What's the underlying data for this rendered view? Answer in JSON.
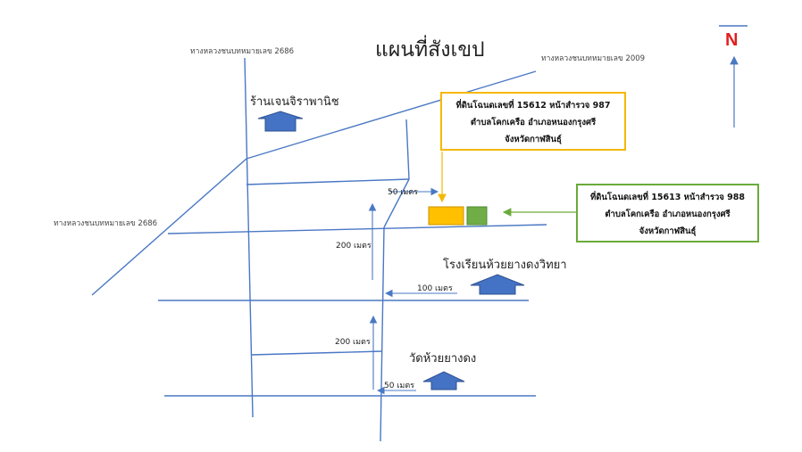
{
  "title": "แผนที่สังเขป",
  "north": "N",
  "roads": {
    "road_top_left": "ทางหลวงชนบทหมายเลข  2686",
    "road_top_right": "ทางหลวงชนบทหมายเลข  2009",
    "road_left": "ทางหลวงชนบทหมายเลข  2686"
  },
  "places": {
    "shop": "ร้านเจนจิราพานิช",
    "school": "โรงเรียนห้วยยางดงวิทยา",
    "temple": "วัดห้วยยางดง"
  },
  "distances": {
    "d_50_top": "50 เมตร",
    "d_200_upper": "200 เมตร",
    "d_100": "100 เมตร",
    "d_200_lower": "200 เมตร",
    "d_50_bottom": "50 เมตร"
  },
  "parcel_yellow": {
    "line1": "ที่ดินโฉนดเลขที่  15612  หน้าสำรวจ 987",
    "line2": "ตำบลโคกเครือ อำเภอหนองกรุงศรี",
    "line3": "จังหวัดกาฬสินธุ์"
  },
  "parcel_green": {
    "line1": "ที่ดินโฉนดเลขที่  15613  หน้าสำรวจ 988",
    "line2": "ตำบลโคกเครือ อำเภอหนองกรุงศรี",
    "line3": "จังหวัดกาฬสินธุ์"
  },
  "colors": {
    "road": "#4a78c4",
    "arrow_fill": "#4472c4",
    "parcel_yellow": "#f5b800",
    "parcel_green": "#6aaa3a",
    "north": "#e02020"
  }
}
